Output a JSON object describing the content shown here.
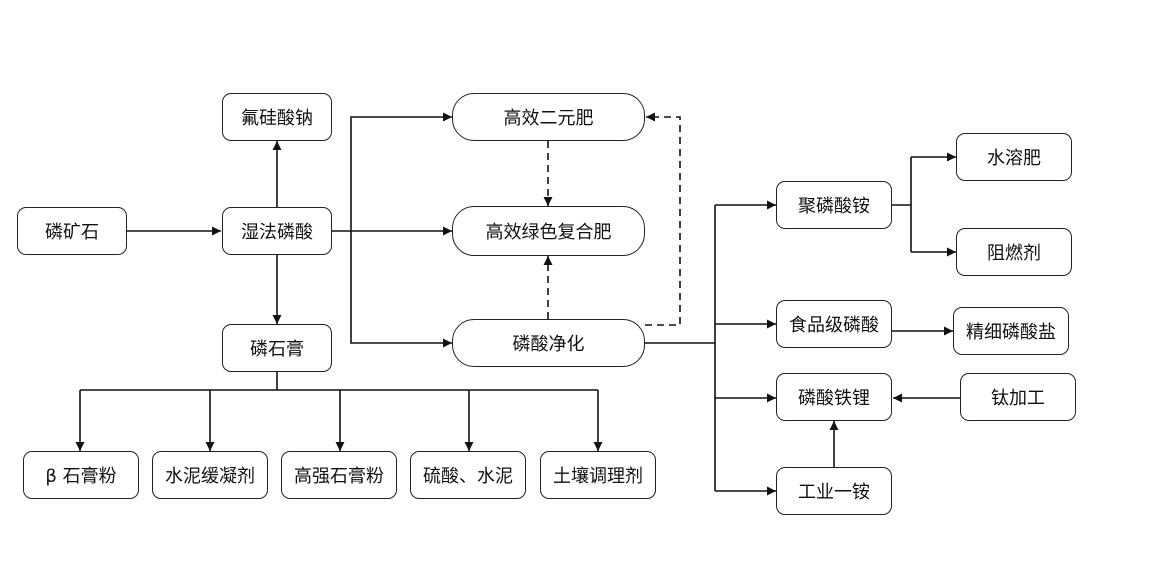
{
  "diagram": {
    "nodes": {
      "phosphate_rock": "磷矿石",
      "wet_acid": "湿法磷酸",
      "sodium_fluorosilicate": "氟硅酸钠",
      "phosphogypsum": "磷石膏",
      "efficient_binary_fertilizer": "高效二元肥",
      "green_compound_fertilizer": "高效绿色复合肥",
      "acid_purification": "磷酸净化",
      "beta_gypsum_powder": "β 石膏粉",
      "cement_retarder": "水泥缓凝剂",
      "high_strength_gypsum": "高强石膏粉",
      "sulfuric_acid_cement": "硫酸、水泥",
      "soil_conditioner": "土壤调理剂",
      "ammonium_polyphosphate": "聚磷酸铵",
      "water_soluble_fertilizer": "水溶肥",
      "flame_retardant": "阻燃剂",
      "food_grade_acid": "食品级磷酸",
      "fine_phosphate_salt": "精细磷酸盐",
      "lithium_iron_phosphate": "磷酸铁锂",
      "titanium_processing": "钛加工",
      "industrial_monoammonium": "工业一铵"
    }
  }
}
